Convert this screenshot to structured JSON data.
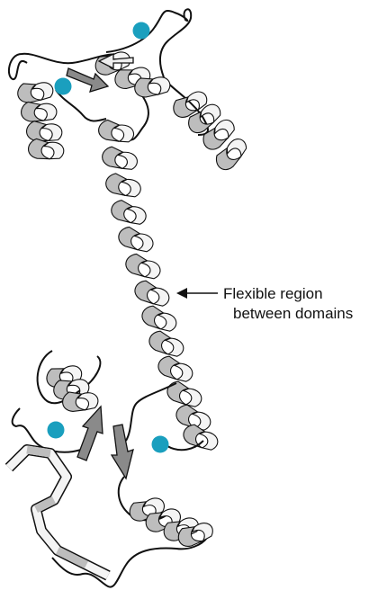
{
  "annotation": {
    "line1": "Flexible region",
    "line2": "between domains"
  },
  "colors": {
    "ribbon_fill": "#f4f4f4",
    "ribbon_shade": "#bdbdbd",
    "outline": "#111111",
    "strand_fill": "#8a8a8a",
    "ion": "#1a9fbe"
  },
  "icons": {
    "ion": "filled-circle",
    "strand": "block-arrow",
    "pointer": "arrow-left"
  },
  "calcium_sites": {
    "n_lobe": 2,
    "c_lobe": 2
  }
}
